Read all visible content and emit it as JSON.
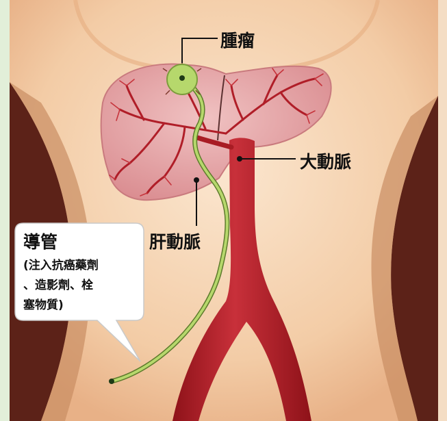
{
  "labels": {
    "tumor": "腫瘤",
    "aorta": "大動脈",
    "hepatic_artery": "肝動脈",
    "catheter_title": "導管",
    "catheter_desc": "(注入抗癌藥劑\n、造影劑、栓\n塞物質)"
  },
  "colors": {
    "skin_light": "#f8dcc0",
    "skin_mid": "#efbf94",
    "shadow_dark": "#5a1f18",
    "liver": "#e4a0a3",
    "artery": "#b8202a",
    "catheter": "#a9cf62",
    "tumor": "#b6d86c",
    "side_green": "#e2efd9"
  }
}
